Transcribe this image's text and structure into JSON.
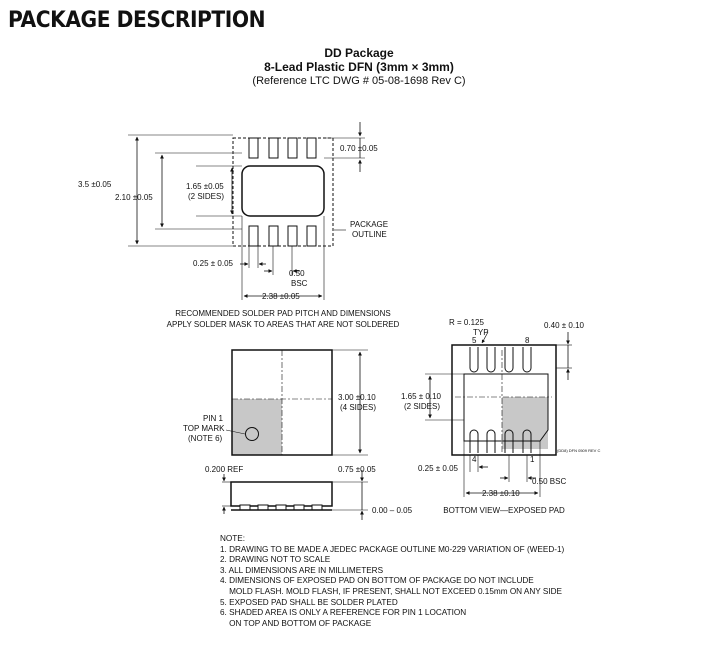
{
  "heading": "PACKAGE DESCRIPTION",
  "package": {
    "name": "DD Package",
    "subtitle": "8-Lead Plastic DFN (3mm × 3mm)",
    "reference": "(Reference LTC DWG # 05-08-1698 Rev C)"
  },
  "footprint": {
    "dim_pad_length": "0.70 ±0.05",
    "dim_height": "3.5 ±0.05",
    "dim_inner": "2.10 ±0.05",
    "dim_pad_center": "1.65 ±0.05",
    "dim_pad_center_note": "(2 SIDES)",
    "outline_label_1": "PACKAGE",
    "outline_label_2": "OUTLINE",
    "dim_pad_width": "0.25 ± 0.05",
    "dim_pitch": "0.50",
    "dim_pitch_note": "BSC",
    "dim_span": "2.38 ±0.05",
    "caption_1": "RECOMMENDED SOLDER PAD PITCH AND DIMENSIONS",
    "caption_2": "APPLY SOLDER MASK TO AREAS THAT ARE NOT SOLDERED"
  },
  "top_view": {
    "dim_body": "3.00 ±0.10",
    "dim_body_note": "(4 SIDES)",
    "pin1_label_1": "PIN 1",
    "pin1_label_2": "TOP MARK",
    "pin1_label_3": "(NOTE 6)"
  },
  "side_view": {
    "dim_ref": "0.200 REF",
    "dim_height": "0.75 ±0.05",
    "dim_standoff": "0.00 – 0.05"
  },
  "bottom_view": {
    "dim_radius": "R = 0.125",
    "dim_radius_note": "TYP",
    "dim_pin_len": "0.40 ± 0.10",
    "pin_5": "5",
    "pin_8": "8",
    "pin_4": "4",
    "pin_1": "1",
    "dim_pad": "1.65 ± 0.10",
    "dim_pad_note": "(2 SIDES)",
    "dim_lead_width": "0.25 ± 0.05",
    "dim_pitch": "0.50 BSC",
    "dim_span": "2.38 ±0.10",
    "drawing_code": "(DD8) DFN 0509 REV C",
    "caption": "BOTTOM VIEW—EXPOSED PAD"
  },
  "notes": [
    "NOTE:",
    "1. DRAWING TO BE MADE A JEDEC PACKAGE OUTLINE M0-229 VARIATION OF (WEED-1)",
    "2. DRAWING NOT TO SCALE",
    "3. ALL DIMENSIONS ARE IN MILLIMETERS",
    "4. DIMENSIONS OF EXPOSED PAD ON BOTTOM OF PACKAGE DO NOT INCLUDE",
    "    MOLD FLASH. MOLD FLASH, IF PRESENT, SHALL NOT EXCEED 0.15mm ON ANY SIDE",
    "5. EXPOSED PAD SHALL BE SOLDER PLATED",
    "6. SHADED AREA IS ONLY A REFERENCE FOR PIN 1 LOCATION",
    "    ON TOP AND BOTTOM OF PACKAGE"
  ],
  "colors": {
    "ink": "#111111",
    "shade": "#c8c8c8"
  }
}
